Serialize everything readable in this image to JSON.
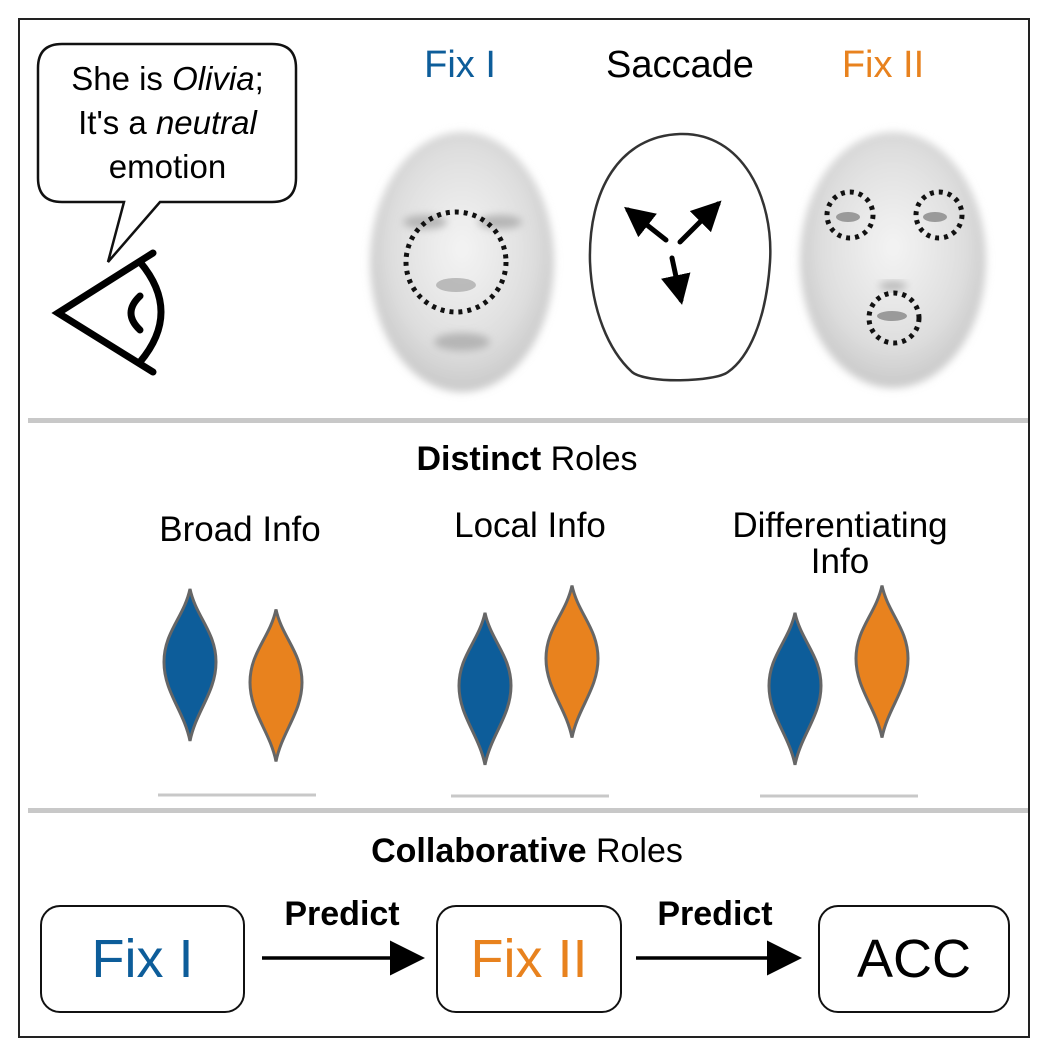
{
  "colors": {
    "fix1": "#0d5d9a",
    "fix2": "#e8821e",
    "violin_stroke": "#666666",
    "separator": "#c8c8c8"
  },
  "speech_bubble": {
    "line1_a": "She is ",
    "line1_b": "Olivia",
    "line1_c": ";",
    "line2_a": "It's a ",
    "line2_b": "neutral",
    "line3": "emotion"
  },
  "faces": {
    "fix1_title": "Fix I",
    "saccade_title": "Saccade",
    "fix2_title": "Fix II"
  },
  "distinct": {
    "title_bold": "Distinct",
    "title_rest": " Roles",
    "panels": [
      {
        "label": "Broad Info",
        "blue_level": 0.75,
        "orange_level": 0.45
      },
      {
        "label": "Local Info",
        "blue_level": 0.4,
        "orange_level": 0.8
      },
      {
        "label_line1": "Differentiating",
        "label_line2": "Info",
        "blue_level": 0.4,
        "orange_level": 0.8
      }
    ]
  },
  "collaborative": {
    "title_bold": "Collaborative",
    "title_rest": " Roles",
    "flow": [
      {
        "box": "Fix I"
      },
      {
        "arrow": "Predict"
      },
      {
        "box": "Fix II"
      },
      {
        "arrow": "Predict"
      },
      {
        "box": "ACC"
      }
    ]
  }
}
